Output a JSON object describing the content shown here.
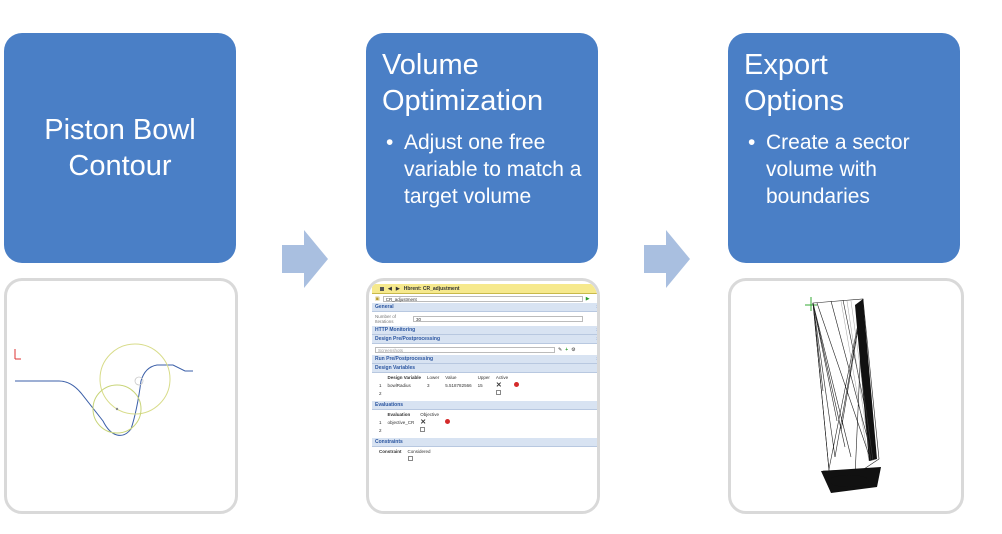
{
  "steps": [
    {
      "title": "Piston Bowl Contour",
      "bullets": []
    },
    {
      "title": "Volume Optimization",
      "bullets": [
        "Adjust one free variable to match a target volume"
      ]
    },
    {
      "title": "Export Options",
      "bullets": [
        "Create a sector volume with boundaries"
      ]
    }
  ],
  "colors": {
    "box_blue": "#4a7fc6",
    "arrow": "#a9bfe0",
    "border": "#d9d9d9"
  },
  "ui": {
    "window_title": "Hbrent: CR_adjustment",
    "name_field": "CR_adjustment",
    "sections": {
      "general": "General",
      "http": "HTTP Monitoring",
      "design_pre": "Design Pre/Postprocessing",
      "run_pre": "Run Pre/Postprocessing",
      "design_vars": "Design Variables",
      "evaluations": "Evaluations",
      "constraints": "Constraints"
    },
    "iterations_label": "Number of Iterations",
    "iterations_value": "30",
    "screenshots_placeholder": "Screenshots",
    "dv_headers": [
      "Design Variable",
      "Lower",
      "Value",
      "Upper",
      "Active"
    ],
    "dv_row": {
      "index": "1",
      "name": "bowlRadius",
      "lower": "3",
      "value": "5.518782566",
      "upper": "15"
    },
    "dv_row2_index": "2",
    "eval_headers": [
      "Evaluation",
      "Objective"
    ],
    "eval_row": {
      "index": "1",
      "name": "objective_CR"
    },
    "eval_row2_index": "2",
    "con_headers": [
      "Constraint",
      "Considered"
    ]
  }
}
